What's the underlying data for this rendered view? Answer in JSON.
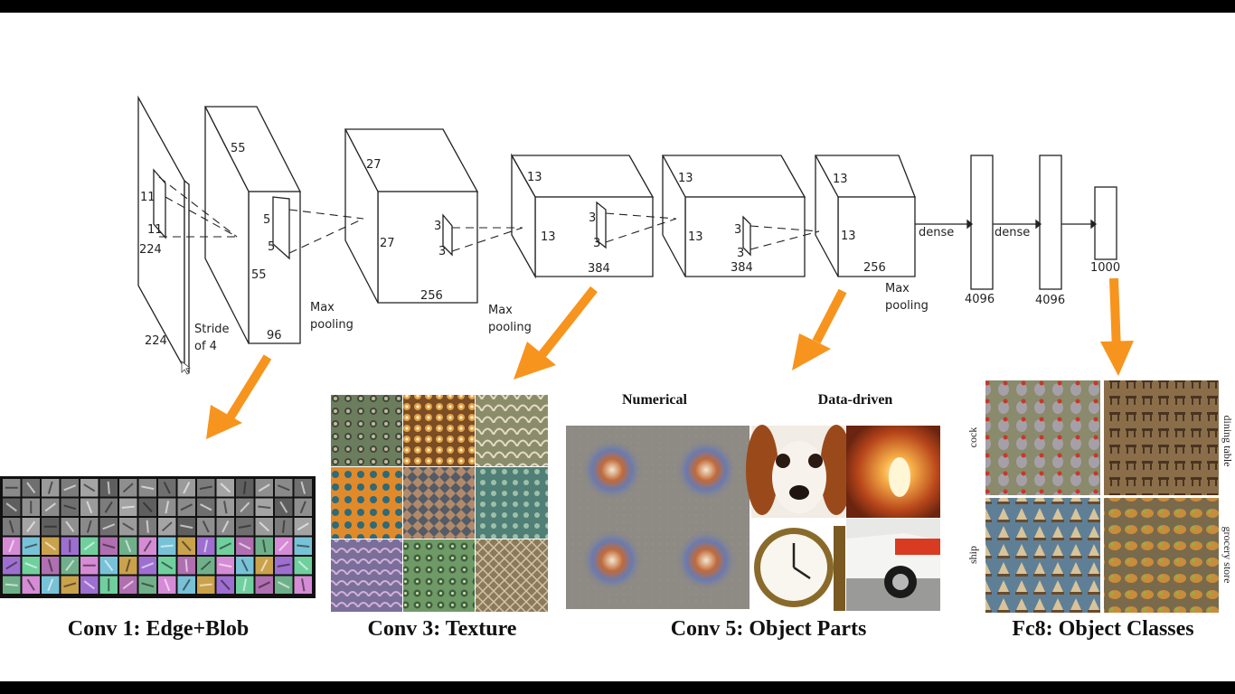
{
  "colors": {
    "frame": "#000000",
    "background": "#ffffff",
    "arrow": "#f7941d",
    "stroke": "#222222"
  },
  "architecture": {
    "input": {
      "height": "224",
      "width": "224",
      "kernel_h": "11",
      "kernel_w": "11",
      "stride": "Stride\nof 4"
    },
    "conv1": {
      "size": "55",
      "side": "55",
      "depth": "96",
      "kernel_h": "5",
      "kernel_w": "5"
    },
    "pool1": "Max\npooling",
    "conv2": {
      "size": "27",
      "side": "27",
      "depth": "256",
      "kernel_h": "3",
      "kernel_w": "3"
    },
    "pool2": "Max\npooling",
    "conv3": {
      "size": "13",
      "side": "13",
      "depth": "384",
      "kernel_h": "3",
      "kernel_w": "3"
    },
    "conv4": {
      "size": "13",
      "side": "13",
      "depth": "384",
      "kernel_h": "3",
      "kernel_w": "3"
    },
    "conv5": {
      "size": "13",
      "side": "13",
      "depth": "256"
    },
    "pool3": "Max\npooling",
    "dense1_label": "dense",
    "dense2_label": "dense",
    "fc1": "4096",
    "fc2": "4096",
    "fc3": "1000"
  },
  "panels": {
    "conv1": {
      "caption": "Conv 1: Edge+Blob",
      "filter_colors": [
        "#8a8a8a",
        "#6f6f6f",
        "#9b9b9b",
        "#7c7c7c",
        "#a4a4a4",
        "#5f5f5f",
        "#8f8f8f",
        "#b06fb0",
        "#6fb08a",
        "#d58bd5",
        "#78c2d8",
        "#c9a24b",
        "#9e6fd0",
        "#6fd09e"
      ]
    },
    "conv3": {
      "caption": "Conv 3: Texture",
      "tile_colors": [
        "#6b7d5c",
        "#9a7a3a",
        "#7d8a6a",
        "#c8782a",
        "#5e6b6e",
        "#5d7f74",
        "#7a6f8a",
        "#6f8a66",
        "#8a7a5e"
      ]
    },
    "conv5": {
      "caption": "Conv 5: Object Parts",
      "numerical_label": "Numerical",
      "data_driven_label": "Data-driven",
      "numerical_bg": "#8e8a84",
      "photos": [
        "dog",
        "lamp",
        "clock",
        "car"
      ]
    },
    "fc8": {
      "caption": "Fc8: Object Classes",
      "classes": [
        "cock",
        "dining table",
        "ship",
        "grocery store"
      ],
      "tile_colors": [
        "#8a8a6c",
        "#8a6e4a",
        "#6e7e86",
        "#7a6a4c"
      ]
    }
  }
}
